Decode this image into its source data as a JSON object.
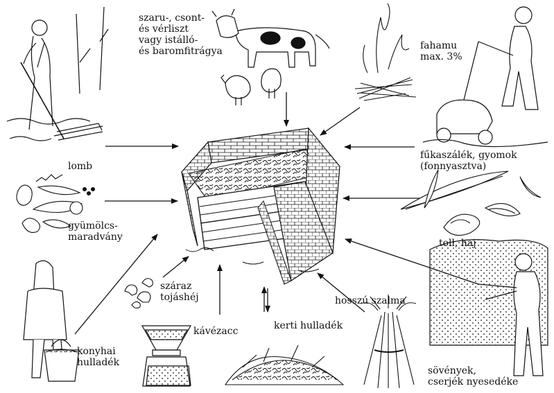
{
  "diagram": {
    "center": "compost-bin",
    "sources": [
      {
        "id": "lomb",
        "label": "lomb"
      },
      {
        "id": "szaru",
        "label": "szaru-, csont-\nés vérliszt\nvagy istálló-\nés baromfitrágya"
      },
      {
        "id": "fahamu",
        "label": "fahamu\nmax. 3%"
      },
      {
        "id": "fukaszalek",
        "label": "fűkaszálék, gyomok\n(fonnyasztva)"
      },
      {
        "id": "toll",
        "label": "toll, haj"
      },
      {
        "id": "gyumolcs",
        "label": "gyümölcs-\nmaradvány"
      },
      {
        "id": "tojashej",
        "label": "száraz\ntojáshéj"
      },
      {
        "id": "kavezacc",
        "label": "kávézacc"
      },
      {
        "id": "kerti",
        "label": "kerti hulladék"
      },
      {
        "id": "szalma",
        "label": "hosszú szalma"
      },
      {
        "id": "konyhai",
        "label": "konyhai\nhulladék"
      },
      {
        "id": "sovenyek",
        "label": "sövények,\ncserjék nyesedéke"
      }
    ]
  },
  "colors": {
    "ink": "#111111",
    "background": "#ffffff"
  }
}
